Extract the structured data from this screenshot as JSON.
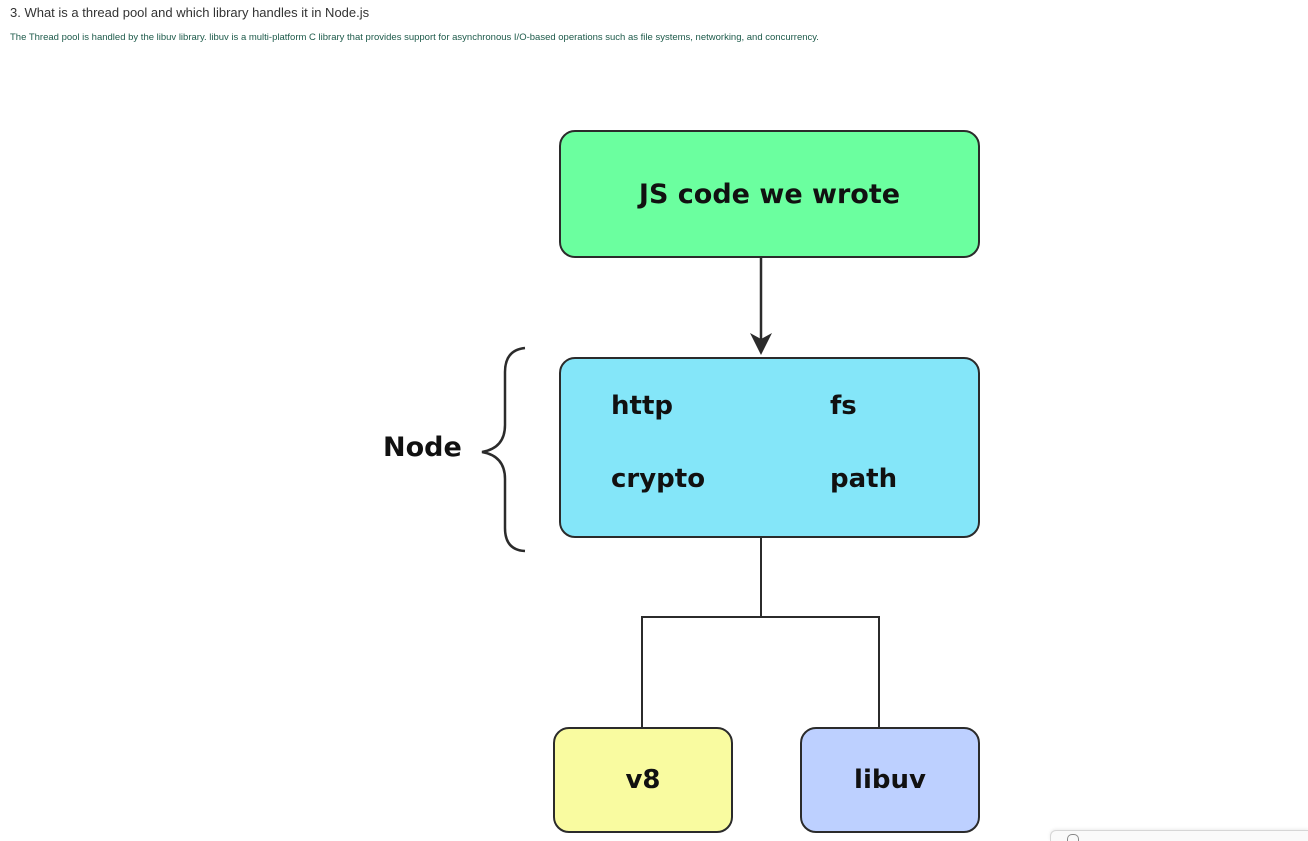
{
  "header": {
    "question": "3. What is a thread pool and which library handles it in Node.js",
    "answer": "The Thread pool is handled by the libuv library. libuv is a multi-platform C library that provides support for asynchronous I/O-based operations such as file systems, networking, and concurrency."
  },
  "diagram": {
    "top_box": "JS code we wrote",
    "node_box": {
      "modules": [
        "http",
        "fs",
        "crypto",
        "path"
      ]
    },
    "side_label": "Node",
    "bottom_left": "v8",
    "bottom_right": "libuv",
    "colors": {
      "top_box": "#6bff9f",
      "node_box": "#84e6f9",
      "v8_box": "#f9fba0",
      "libuv_box": "#bdd0ff",
      "stroke": "#2b2b2b"
    }
  },
  "icons": {
    "corner_widget_icon": "chevron-up-icon"
  }
}
